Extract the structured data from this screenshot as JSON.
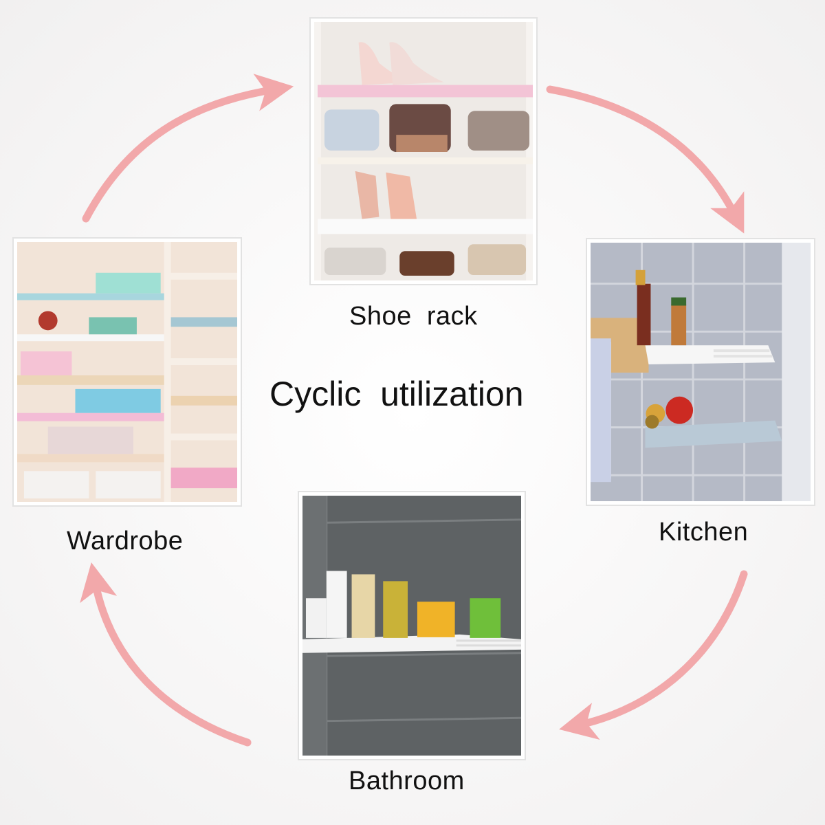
{
  "title": "Cyclic  utilization",
  "colors": {
    "arrow": "#f2a8aa",
    "background": "#fdfcfc"
  },
  "scenes": [
    {
      "id": "shoe-rack",
      "label": "Shoe  rack",
      "icon": "shoe-shelf-photo"
    },
    {
      "id": "kitchen",
      "label": "Kitchen",
      "icon": "kitchen-shelf-photo"
    },
    {
      "id": "bathroom",
      "label": "Bathroom",
      "icon": "bathroom-shelf-photo"
    },
    {
      "id": "wardrobe",
      "label": "Wardrobe",
      "icon": "wardrobe-shelf-photo"
    }
  ],
  "cycle_order": [
    "shoe-rack",
    "kitchen",
    "bathroom",
    "wardrobe"
  ]
}
